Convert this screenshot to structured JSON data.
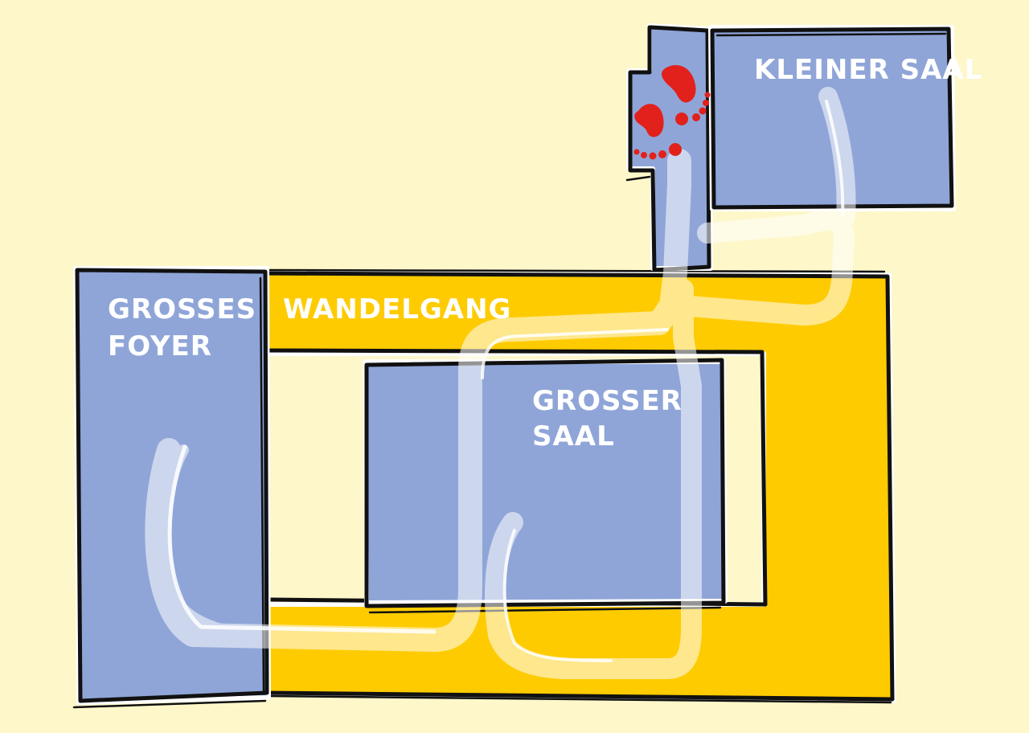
{
  "map": {
    "background_color": "#fdf7c9",
    "room_color": "#8fa5d8",
    "corridor_color": "#fecb00",
    "outline_color": "#111111",
    "footprint_color": "#e2211c",
    "path_color": "#ffffff",
    "rooms": {
      "kleiner_saal": {
        "label_lines": [
          "KLEINER SAAL"
        ]
      },
      "grosses_foyer": {
        "label_lines": [
          "GROSSES",
          "FOYER"
        ]
      },
      "wandelgang": {
        "label_lines": [
          "WANDELGANG"
        ]
      },
      "grosser_saal": {
        "label_lines": [
          "GROSSER",
          "SAAL"
        ]
      }
    },
    "start_marker_icon": "footprints-icon"
  }
}
